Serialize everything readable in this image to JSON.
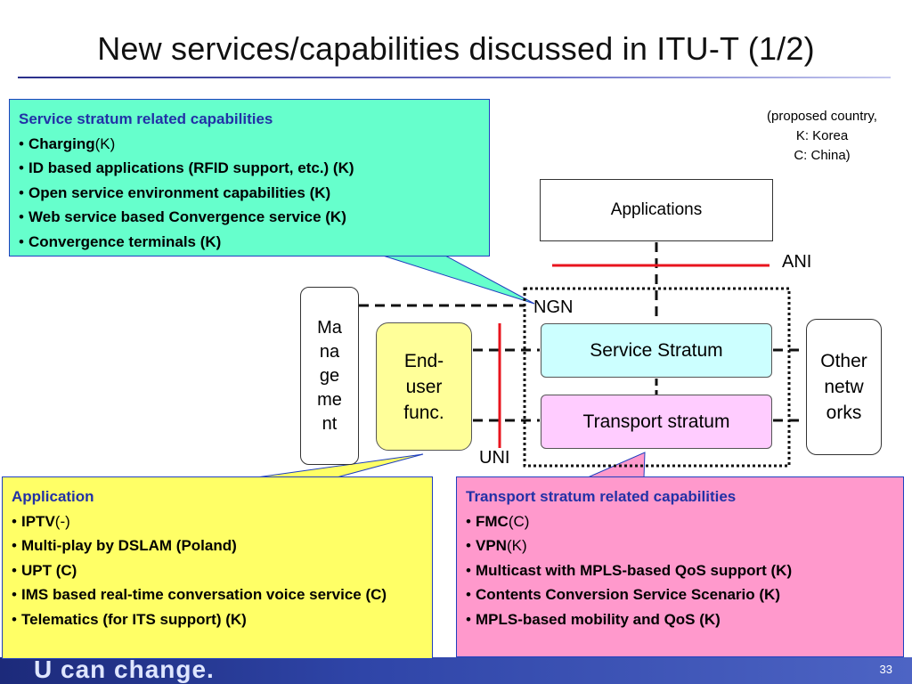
{
  "slide": {
    "title": "New services/capabilities discussed in ITU-T (1/2)",
    "footer_text": "U can change.",
    "page_number": "33"
  },
  "note": {
    "line1": "(proposed country,",
    "line2": "K: Korea",
    "line3": "C: China)"
  },
  "service_callout": {
    "heading": "Service stratum related capabilities",
    "items": [
      {
        "bold": "Charging",
        "suffix": "(K)"
      },
      {
        "bold": "ID based applications (RFID support, etc.) (K)",
        "suffix": ""
      },
      {
        "bold": "Open service environment capabilities (K)",
        "suffix": ""
      },
      {
        "bold": "Web service based Convergence service (K)",
        "suffix": ""
      },
      {
        "bold": "Convergence terminals (K)",
        "suffix": ""
      }
    ]
  },
  "application_callout": {
    "heading": "Application",
    "items": [
      {
        "bold": "IPTV",
        "suffix": "(-)"
      },
      {
        "bold": "Multi-play by DSLAM (Poland)",
        "suffix": ""
      },
      {
        "bold": "UPT (C)",
        "suffix": ""
      },
      {
        "bold": "IMS based real-time conversation voice service (C)",
        "suffix": ""
      },
      {
        "bold": "Telematics (for ITS support) (K)",
        "suffix": ""
      }
    ]
  },
  "transport_callout": {
    "heading": "Transport stratum related capabilities",
    "items": [
      {
        "bold": "FMC",
        "suffix": "(C)"
      },
      {
        "bold": "VPN",
        "suffix": "(K)"
      },
      {
        "bold": "Multicast with MPLS-based QoS support (K)",
        "suffix": ""
      },
      {
        "bold": "Contents Conversion Service Scenario (K)",
        "suffix": ""
      },
      {
        "bold": "MPLS-based mobility and QoS (K)",
        "suffix": ""
      }
    ]
  },
  "diagram": {
    "applications": "Applications",
    "service_stratum": "Service Stratum",
    "transport_stratum": "Transport stratum",
    "end_user": "End-\nuser\nfunc.",
    "management": "Ma\nna\nge\nme\nnt",
    "other_networks": "Other\nnetw\norks",
    "ani_label": "ANI",
    "ngn_label": "NGN",
    "uni_label": "UNI"
  },
  "colors": {
    "service_callout_bg": "#66ffcc",
    "application_callout_bg": "#ffff66",
    "transport_callout_bg": "#ff99cc",
    "heading_blue": "#2231a6",
    "interface_red": "#e8141e"
  }
}
